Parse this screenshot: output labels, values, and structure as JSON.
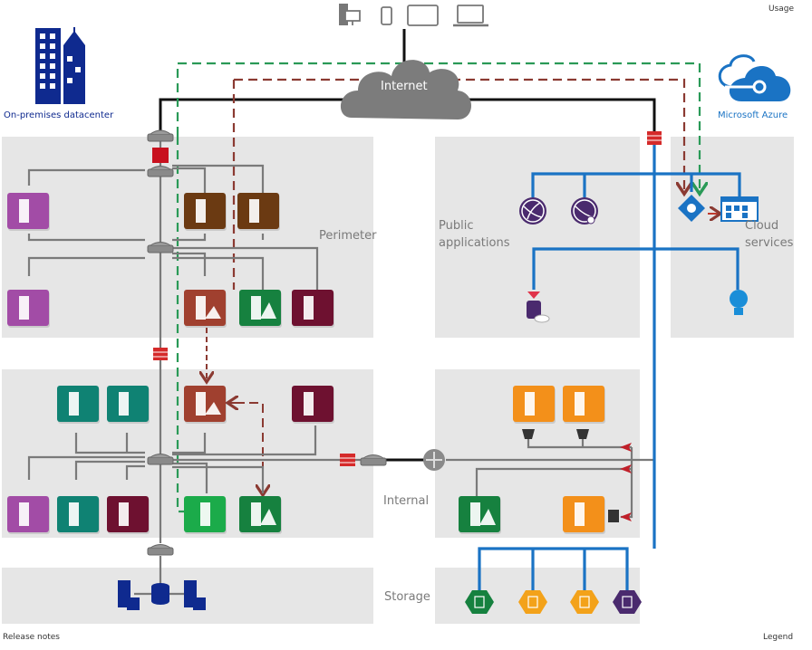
{
  "header": {
    "usage_link": "Usage",
    "onprem_title": "On-premises datacenter",
    "azure_title": "Microsoft Azure",
    "internet_label": "Internet"
  },
  "footer": {
    "release_notes_link": "Release notes",
    "legend_link": "Legend"
  },
  "zones": {
    "perimeter": "Perimeter",
    "internal": "Internal",
    "storage": "Storage",
    "public_applications": "Public applications",
    "cloud_services": "Cloud services"
  },
  "devices": [
    "desktop-icon",
    "phone-icon",
    "tablet-icon",
    "laptop-icon"
  ],
  "colors": {
    "onprem_blue": "#0f2a8f",
    "azure_blue": "#1a73c4",
    "network_line": "#7a7a7a",
    "internet_line": "#111111",
    "firewall_red": "#d0202a",
    "dashed_green": "#2a9a57",
    "dashed_brown": "#8b3a32",
    "purple": "#a24ca6",
    "brown": "#6b3a12",
    "rust": "#a0402f",
    "green": "#16813f",
    "bright_green": "#1bab4a",
    "maroon": "#6e1130",
    "teal": "#0f8273",
    "orange": "#f3901a",
    "dark_purple": "#4a2a6e"
  },
  "nodes": {
    "perimeter": [
      {
        "name": "web-server-purple",
        "color": "purple",
        "badge": "globe"
      },
      {
        "name": "app-server-brown-1",
        "color": "brown",
        "badge": "box"
      },
      {
        "name": "app-server-brown-2",
        "color": "brown",
        "badge": "box"
      },
      {
        "name": "web-app-server-purple",
        "color": "purple",
        "badge": "window"
      },
      {
        "name": "ad-server-rust",
        "color": "rust",
        "badge": "triangle-dots"
      },
      {
        "name": "ad-server-green",
        "color": "green",
        "badge": "triangle"
      },
      {
        "name": "health-server-maroon",
        "color": "maroon",
        "badge": "heart"
      }
    ],
    "internal": [
      {
        "name": "web-server-teal",
        "color": "teal",
        "badge": "globe"
      },
      {
        "name": "app-server-teal",
        "color": "teal",
        "badge": "window"
      },
      {
        "name": "ad-server-rust",
        "color": "rust",
        "badge": "triangle-dots"
      },
      {
        "name": "health-server-maroon",
        "color": "maroon",
        "badge": "heart"
      },
      {
        "name": "db-server-purple",
        "color": "purple",
        "badge": "db"
      },
      {
        "name": "db-server-teal",
        "color": "teal",
        "badge": "db"
      },
      {
        "name": "db-server-maroon",
        "color": "maroon",
        "badge": "db"
      },
      {
        "name": "server-bright-green",
        "color": "bright_green",
        "badge": "none"
      },
      {
        "name": "ad-server-green",
        "color": "green",
        "badge": "triangle"
      }
    ],
    "azure_internal": [
      {
        "name": "web-server-orange",
        "color": "orange",
        "badge": "globe"
      },
      {
        "name": "app-server-orange",
        "color": "orange",
        "badge": "window"
      },
      {
        "name": "ad-server-green",
        "color": "green",
        "badge": "triangle"
      },
      {
        "name": "db-server-orange",
        "color": "orange",
        "badge": "db"
      }
    ],
    "azure_storage": [
      "storage-green",
      "storage-orange",
      "storage-orange-2",
      "storage-purple"
    ]
  }
}
